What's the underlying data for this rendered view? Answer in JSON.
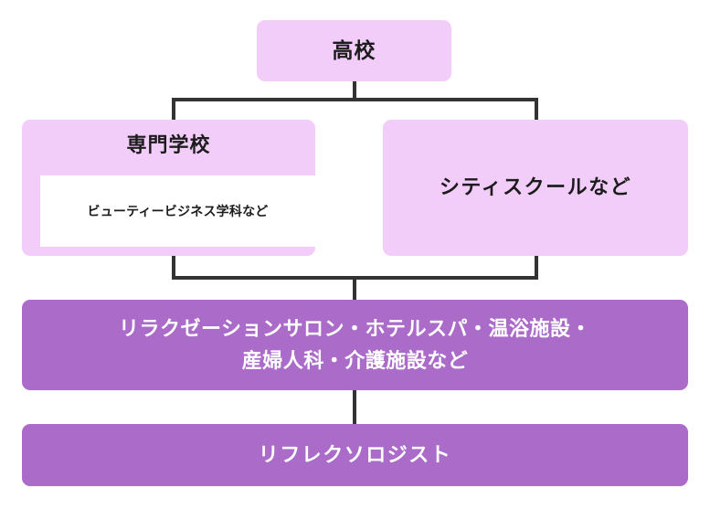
{
  "diagram": {
    "type": "flowchart",
    "title_text": "",
    "colors": {
      "node_light": "#f3cdfa",
      "node_dark": "#ab6bc9",
      "inner_box": "#ffffff",
      "connector": "#333333",
      "text_dark": "#1c1c1c",
      "text_light": "#ffffff",
      "background": "#ffffff"
    },
    "nodes": {
      "top": {
        "label": "高校"
      },
      "branch_left": {
        "label": "専門学校",
        "inner": {
          "label": "ビューティービジネス学科など"
        }
      },
      "branch_right": {
        "label": "シティスクールなど"
      },
      "workplaces": {
        "line1": "リラクゼーションサロン・ホテルスパ・温浴施設・",
        "line2": "産婦人科・介護施設など"
      },
      "job": {
        "label": "リフレクソロジスト"
      }
    }
  }
}
